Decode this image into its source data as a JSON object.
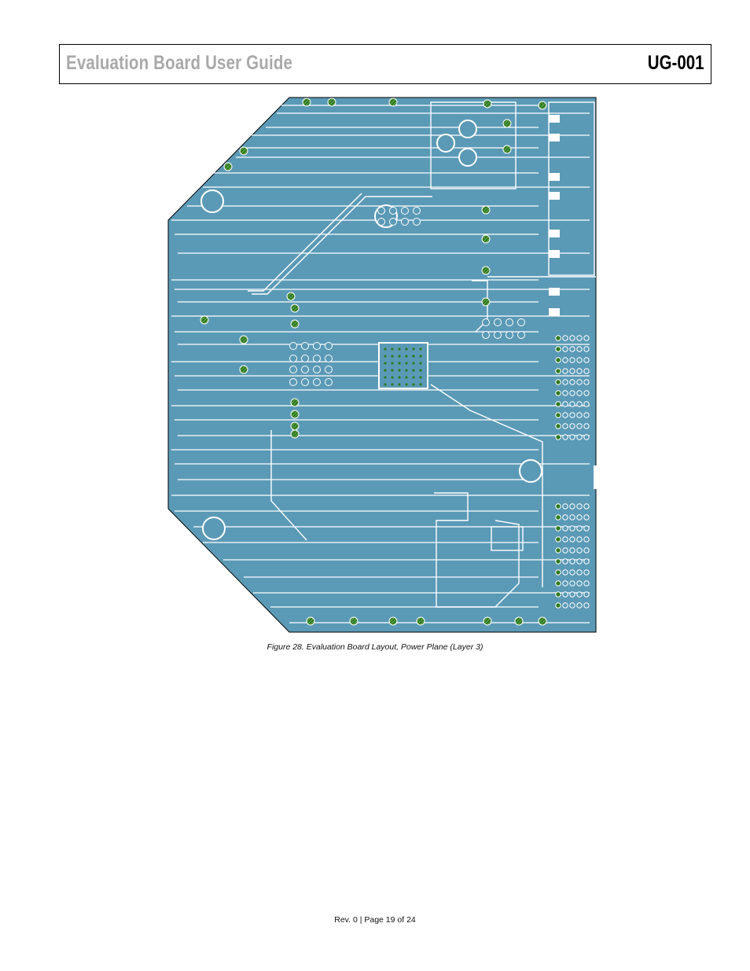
{
  "header": {
    "title": "Evaluation Board User Guide",
    "doc_code": "UG-001"
  },
  "figure": {
    "caption": "Figure 28. Evaluation Board Layout, Power Plane (Layer 3)",
    "plane_color": "#5b9ab6",
    "via_color": "#2f7a1f",
    "trace_color": "#ffffff"
  },
  "footer": {
    "page_text": "Rev. 0 | Page 19 of 24"
  }
}
